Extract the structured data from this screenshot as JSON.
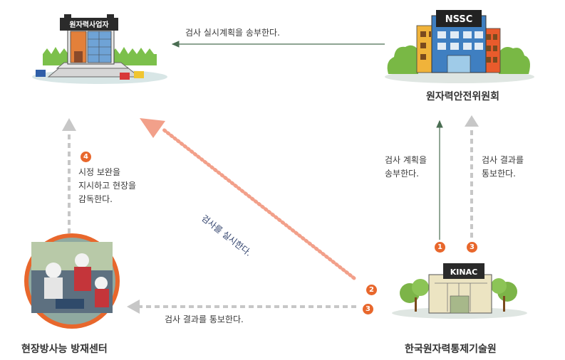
{
  "nodes": {
    "operator": {
      "sign": "원자력사업자"
    },
    "nssc": {
      "sign": "NSSC",
      "title": "원자력안전위원회"
    },
    "kinac": {
      "sign": "KINAC",
      "title": "한국원자력통제기술원"
    },
    "field": {
      "title": "현장방사능 방재센터"
    }
  },
  "edges": {
    "nssc_to_operator": "검사 실시계획을 송부한다.",
    "kinac_to_nssc_plan": "검사 계획을\n송부한다.",
    "kinac_to_nssc_result": "검사 결과를\n통보한다.",
    "kinac_to_operator": "검사를 실시한다.",
    "kinac_to_field": "검사 결과를 통보한다.",
    "field_to_operator": "시정 보완을\n지시하고 현장을\n감독한다."
  },
  "steps": {
    "s1": "1",
    "s2": "2",
    "s3a": "3",
    "s3b": "3",
    "s4": "4"
  },
  "colors": {
    "orange": "#e8672c",
    "green": "#4a6d52",
    "gray": "#c7c7c7",
    "salmon": "#f2a08a"
  }
}
